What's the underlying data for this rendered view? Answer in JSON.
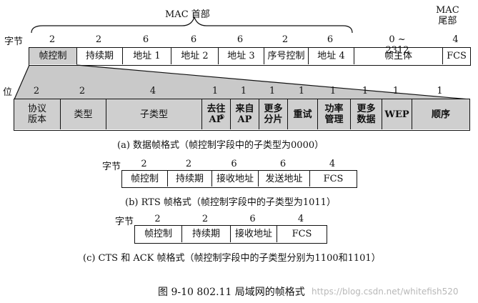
{
  "header": {
    "mac_header_label": "MAC 首部",
    "mac_trailer_label": "MAC\n尾部"
  },
  "frame_a": {
    "unit_label": "字节",
    "sizes": [
      "2",
      "2",
      "6",
      "6",
      "6",
      "2",
      "6",
      "0 ~ 2312",
      "4"
    ],
    "fields": [
      "帧控制",
      "持续期",
      "地址 1",
      "地址 2",
      "地址 3",
      "序号控制",
      "地址 4",
      "帧主体",
      "FCS"
    ]
  },
  "control": {
    "unit_label": "位",
    "sizes": [
      "2",
      "2",
      "4",
      "1",
      "1",
      "1",
      "1",
      "1",
      "1",
      "1",
      "1"
    ],
    "fields": [
      "协议\n版本",
      "类型",
      "子类型",
      "去往\nAP",
      "来自\nAP",
      "更多\n分片",
      "重试",
      "功率\n管理",
      "更多\n数据",
      "WEP",
      "顺序"
    ],
    "footnote_mark": "①"
  },
  "caption_a": "(a) 数据帧格式（帧控制字段中的子类型为0000）",
  "frame_b": {
    "unit_label": "字节",
    "sizes": [
      "2",
      "2",
      "6",
      "6",
      "4"
    ],
    "fields": [
      "帧控制",
      "持续期",
      "接收地址",
      "发送地址",
      "FCS"
    ]
  },
  "caption_b": "(b) RTS 帧格式（帧控制字段中的子类型为1011）",
  "frame_c": {
    "unit_label": "字节",
    "sizes": [
      "2",
      "2",
      "6",
      "4"
    ],
    "fields": [
      "帧控制",
      "持续期",
      "接收地址",
      "FCS"
    ]
  },
  "caption_c": "(c) CTS 和 ACK 帧格式（帧控制字段中的子类型分别为1100和1101）",
  "figure_title": "图 9-10    802.11 局域网的帧格式",
  "watermark": "https://blog.csdn.net/whitefish520"
}
